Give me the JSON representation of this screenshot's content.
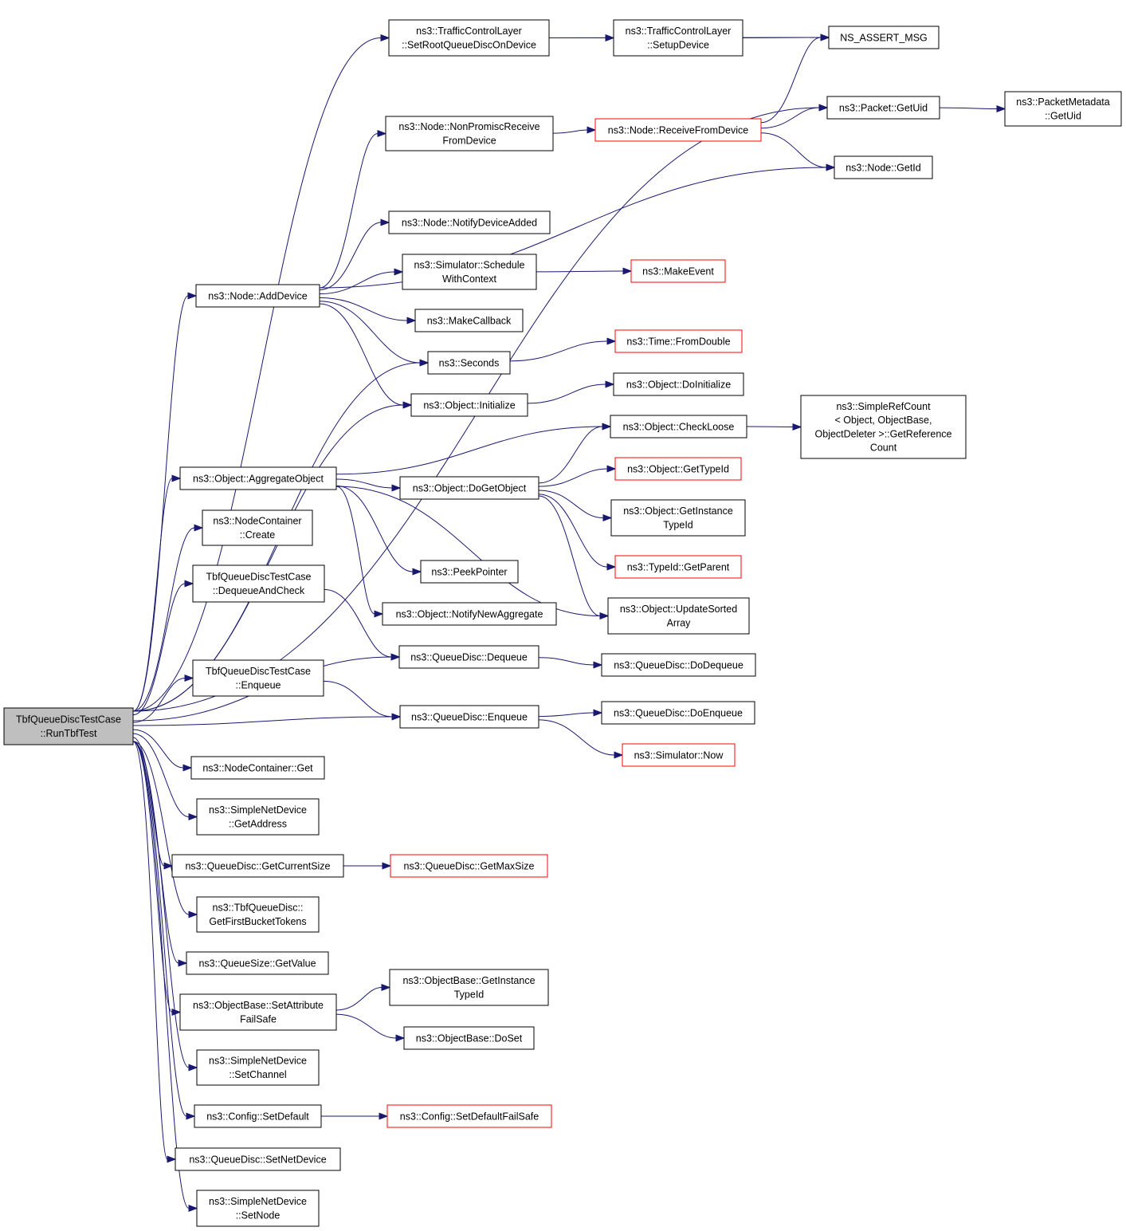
{
  "nodes": [
    {
      "id": "root",
      "lines": [
        "TbfQueueDiscTestCase",
        "::RunTbfTest"
      ],
      "style": "root"
    },
    {
      "id": "tcl_setroot",
      "lines": [
        "ns3::TrafficControlLayer",
        "::SetRootQueueDiscOnDevice"
      ],
      "style": "normal"
    },
    {
      "id": "tcl_setup",
      "lines": [
        "ns3::TrafficControlLayer",
        "::SetupDevice"
      ],
      "style": "normal"
    },
    {
      "id": "ns_assert",
      "lines": [
        "NS_ASSERT_MSG"
      ],
      "style": "normal"
    },
    {
      "id": "packet_getuid",
      "lines": [
        "ns3::Packet::GetUid"
      ],
      "style": "normal"
    },
    {
      "id": "pktmeta_getuid",
      "lines": [
        "ns3::PacketMetadata",
        "::GetUid"
      ],
      "style": "normal"
    },
    {
      "id": "node_nonpromisc",
      "lines": [
        "ns3::Node::NonPromiscReceive",
        "FromDevice"
      ],
      "style": "normal"
    },
    {
      "id": "node_receivefrom",
      "lines": [
        "ns3::Node::ReceiveFromDevice"
      ],
      "style": "red"
    },
    {
      "id": "node_getid",
      "lines": [
        "ns3::Node::GetId"
      ],
      "style": "normal"
    },
    {
      "id": "node_notifyadded",
      "lines": [
        "ns3::Node::NotifyDeviceAdded"
      ],
      "style": "normal"
    },
    {
      "id": "sim_schedctx",
      "lines": [
        "ns3::Simulator::Schedule",
        "WithContext"
      ],
      "style": "normal"
    },
    {
      "id": "makeevent",
      "lines": [
        "ns3::MakeEvent"
      ],
      "style": "red"
    },
    {
      "id": "node_adddevice",
      "lines": [
        "ns3::Node::AddDevice"
      ],
      "style": "normal"
    },
    {
      "id": "makecallback",
      "lines": [
        "ns3::MakeCallback"
      ],
      "style": "normal"
    },
    {
      "id": "seconds",
      "lines": [
        "ns3::Seconds"
      ],
      "style": "normal"
    },
    {
      "id": "time_fromdouble",
      "lines": [
        "ns3::Time::FromDouble"
      ],
      "style": "red"
    },
    {
      "id": "obj_initialize",
      "lines": [
        "ns3::Object::Initialize"
      ],
      "style": "normal"
    },
    {
      "id": "obj_doinit",
      "lines": [
        "ns3::Object::DoInitialize"
      ],
      "style": "normal"
    },
    {
      "id": "obj_checkloose",
      "lines": [
        "ns3::Object::CheckLoose"
      ],
      "style": "normal"
    },
    {
      "id": "simplerefcount",
      "lines": [
        "ns3::SimpleRefCount",
        "< Object, ObjectBase,",
        "ObjectDeleter >::GetReference",
        "Count"
      ],
      "style": "normal"
    },
    {
      "id": "obj_aggregate",
      "lines": [
        "ns3::Object::AggregateObject"
      ],
      "style": "normal"
    },
    {
      "id": "obj_dogetobject",
      "lines": [
        "ns3::Object::DoGetObject"
      ],
      "style": "normal"
    },
    {
      "id": "obj_gettypeid",
      "lines": [
        "ns3::Object::GetTypeId"
      ],
      "style": "red"
    },
    {
      "id": "obj_getinstance",
      "lines": [
        "ns3::Object::GetInstance",
        "TypeId"
      ],
      "style": "normal"
    },
    {
      "id": "nodecont_create",
      "lines": [
        "ns3::NodeContainer",
        "::Create"
      ],
      "style": "normal"
    },
    {
      "id": "peekpointer",
      "lines": [
        "ns3::PeekPointer"
      ],
      "style": "normal"
    },
    {
      "id": "typeid_getparent",
      "lines": [
        "ns3::TypeId::GetParent"
      ],
      "style": "red"
    },
    {
      "id": "tbf_dequeuecheck",
      "lines": [
        "TbfQueueDiscTestCase",
        "::DequeueAndCheck"
      ],
      "style": "normal"
    },
    {
      "id": "obj_notifynewagg",
      "lines": [
        "ns3::Object::NotifyNewAggregate"
      ],
      "style": "normal"
    },
    {
      "id": "obj_updatesorted",
      "lines": [
        "ns3::Object::UpdateSorted",
        "Array"
      ],
      "style": "normal"
    },
    {
      "id": "qd_dequeue",
      "lines": [
        "ns3::QueueDisc::Dequeue"
      ],
      "style": "normal"
    },
    {
      "id": "qd_dodequeue",
      "lines": [
        "ns3::QueueDisc::DoDequeue"
      ],
      "style": "normal"
    },
    {
      "id": "tbf_enqueue",
      "lines": [
        "TbfQueueDiscTestCase",
        "::Enqueue"
      ],
      "style": "normal"
    },
    {
      "id": "qd_enqueue",
      "lines": [
        "ns3::QueueDisc::Enqueue"
      ],
      "style": "normal"
    },
    {
      "id": "qd_doenqueue",
      "lines": [
        "ns3::QueueDisc::DoEnqueue"
      ],
      "style": "normal"
    },
    {
      "id": "sim_now",
      "lines": [
        "ns3::Simulator::Now"
      ],
      "style": "red"
    },
    {
      "id": "nodecont_get",
      "lines": [
        "ns3::NodeContainer::Get"
      ],
      "style": "normal"
    },
    {
      "id": "snd_getaddress",
      "lines": [
        "ns3::SimpleNetDevice",
        "::GetAddress"
      ],
      "style": "normal"
    },
    {
      "id": "qd_getcurrentsize",
      "lines": [
        "ns3::QueueDisc::GetCurrentSize"
      ],
      "style": "normal"
    },
    {
      "id": "qd_getmaxsize",
      "lines": [
        "ns3::QueueDisc::GetMaxSize"
      ],
      "style": "red"
    },
    {
      "id": "tbf_getfirstbucket",
      "lines": [
        "ns3::TbfQueueDisc::",
        "GetFirstBucketTokens"
      ],
      "style": "normal"
    },
    {
      "id": "qs_getvalue",
      "lines": [
        "ns3::QueueSize::GetValue"
      ],
      "style": "normal"
    },
    {
      "id": "ob_getinstance",
      "lines": [
        "ns3::ObjectBase::GetInstance",
        "TypeId"
      ],
      "style": "normal"
    },
    {
      "id": "ob_setattrfailsafe",
      "lines": [
        "ns3::ObjectBase::SetAttribute",
        "FailSafe"
      ],
      "style": "normal"
    },
    {
      "id": "ob_doset",
      "lines": [
        "ns3::ObjectBase::DoSet"
      ],
      "style": "normal"
    },
    {
      "id": "snd_setchannel",
      "lines": [
        "ns3::SimpleNetDevice",
        "::SetChannel"
      ],
      "style": "normal"
    },
    {
      "id": "config_setdefault",
      "lines": [
        "ns3::Config::SetDefault"
      ],
      "style": "normal"
    },
    {
      "id": "config_setdefaultfs",
      "lines": [
        "ns3::Config::SetDefaultFailSafe"
      ],
      "style": "red"
    },
    {
      "id": "qd_setnetdevice",
      "lines": [
        "ns3::QueueDisc::SetNetDevice"
      ],
      "style": "normal"
    },
    {
      "id": "snd_setnode",
      "lines": [
        "ns3::SimpleNetDevice",
        "::SetNode"
      ],
      "style": "normal"
    }
  ],
  "edges": [
    [
      "root",
      "tcl_setroot"
    ],
    [
      "root",
      "packet_getuid"
    ],
    [
      "root",
      "node_adddevice"
    ],
    [
      "root",
      "seconds"
    ],
    [
      "root",
      "obj_initialize"
    ],
    [
      "root",
      "obj_aggregate"
    ],
    [
      "root",
      "nodecont_create"
    ],
    [
      "root",
      "tbf_dequeuecheck"
    ],
    [
      "root",
      "qd_dequeue"
    ],
    [
      "root",
      "tbf_enqueue"
    ],
    [
      "root",
      "qd_enqueue"
    ],
    [
      "root",
      "nodecont_get"
    ],
    [
      "root",
      "snd_getaddress"
    ],
    [
      "root",
      "qd_getcurrentsize"
    ],
    [
      "root",
      "tbf_getfirstbucket"
    ],
    [
      "root",
      "qs_getvalue"
    ],
    [
      "root",
      "ob_setattrfailsafe"
    ],
    [
      "root",
      "snd_setchannel"
    ],
    [
      "root",
      "config_setdefault"
    ],
    [
      "root",
      "qd_setnetdevice"
    ],
    [
      "root",
      "snd_setnode"
    ],
    [
      "tcl_setroot",
      "tcl_setup"
    ],
    [
      "tcl_setroot",
      "ns_assert"
    ],
    [
      "tcl_setup",
      "ns_assert"
    ],
    [
      "packet_getuid",
      "pktmeta_getuid"
    ],
    [
      "node_nonpromisc",
      "node_receivefrom"
    ],
    [
      "node_receivefrom",
      "ns_assert"
    ],
    [
      "node_receivefrom",
      "packet_getuid"
    ],
    [
      "node_receivefrom",
      "node_getid"
    ],
    [
      "node_adddevice",
      "node_nonpromisc"
    ],
    [
      "node_adddevice",
      "node_getid"
    ],
    [
      "node_adddevice",
      "node_notifyadded"
    ],
    [
      "node_adddevice",
      "sim_schedctx"
    ],
    [
      "node_adddevice",
      "makecallback"
    ],
    [
      "node_adddevice",
      "seconds"
    ],
    [
      "node_adddevice",
      "obj_initialize"
    ],
    [
      "sim_schedctx",
      "makeevent"
    ],
    [
      "seconds",
      "time_fromdouble"
    ],
    [
      "obj_initialize",
      "obj_doinit"
    ],
    [
      "obj_checkloose",
      "simplerefcount"
    ],
    [
      "obj_aggregate",
      "obj_checkloose"
    ],
    [
      "obj_aggregate",
      "obj_dogetobject"
    ],
    [
      "obj_aggregate",
      "peekpointer"
    ],
    [
      "obj_aggregate",
      "obj_notifynewagg"
    ],
    [
      "obj_aggregate",
      "obj_updatesorted"
    ],
    [
      "obj_dogetobject",
      "obj_checkloose"
    ],
    [
      "obj_dogetobject",
      "obj_gettypeid"
    ],
    [
      "obj_dogetobject",
      "obj_getinstance"
    ],
    [
      "obj_dogetobject",
      "typeid_getparent"
    ],
    [
      "obj_dogetobject",
      "obj_updatesorted"
    ],
    [
      "tbf_dequeuecheck",
      "qd_dequeue"
    ],
    [
      "qd_dequeue",
      "qd_dodequeue"
    ],
    [
      "tbf_enqueue",
      "qd_enqueue"
    ],
    [
      "qd_enqueue",
      "qd_doenqueue"
    ],
    [
      "qd_enqueue",
      "sim_now"
    ],
    [
      "qd_getcurrentsize",
      "qd_getmaxsize"
    ],
    [
      "ob_setattrfailsafe",
      "ob_getinstance"
    ],
    [
      "ob_setattrfailsafe",
      "ob_doset"
    ],
    [
      "config_setdefault",
      "config_setdefaultfs"
    ]
  ],
  "colors": {
    "edge": "#191970",
    "root_fill": "#bfbfbf",
    "red_border": "#ff0000",
    "border": "#000000"
  }
}
